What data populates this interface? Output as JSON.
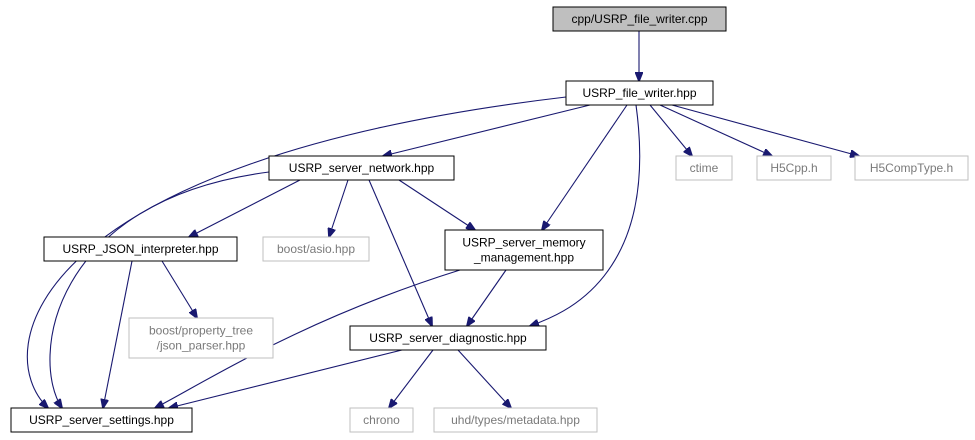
{
  "graph": {
    "type": "include-dependency-graph",
    "colors": {
      "edge": "#191970",
      "root_fill": "#bfbfbf",
      "documented_border": "#000000",
      "external_border": "#bfbfbf",
      "external_text": "#7a7a7a"
    },
    "nodes": [
      {
        "id": "file_writer_cpp",
        "kind": "root",
        "lines": [
          "cpp/USRP_file_writer.cpp"
        ]
      },
      {
        "id": "file_writer_hpp",
        "kind": "documented",
        "lines": [
          "USRP_file_writer.hpp"
        ]
      },
      {
        "id": "server_network_hpp",
        "kind": "documented",
        "lines": [
          "USRP_server_network.hpp"
        ]
      },
      {
        "id": "ctime",
        "kind": "external",
        "lines": [
          "ctime"
        ]
      },
      {
        "id": "h5cpp_h",
        "kind": "external",
        "lines": [
          "H5Cpp.h"
        ]
      },
      {
        "id": "h5comptype_h",
        "kind": "external",
        "lines": [
          "H5CompType.h"
        ]
      },
      {
        "id": "json_interpreter_hpp",
        "kind": "documented",
        "lines": [
          "USRP_JSON_interpreter.hpp"
        ]
      },
      {
        "id": "boost_asio_hpp",
        "kind": "external",
        "lines": [
          "boost/asio.hpp"
        ]
      },
      {
        "id": "memory_management_hpp",
        "kind": "documented",
        "lines": [
          "USRP_server_memory",
          "_management.hpp"
        ]
      },
      {
        "id": "property_tree_json_parser_hpp",
        "kind": "external",
        "lines": [
          "boost/property_tree",
          "/json_parser.hpp"
        ]
      },
      {
        "id": "server_diagnostic_hpp",
        "kind": "documented",
        "lines": [
          "USRP_server_diagnostic.hpp"
        ]
      },
      {
        "id": "server_settings_hpp",
        "kind": "documented",
        "lines": [
          "USRP_server_settings.hpp"
        ]
      },
      {
        "id": "chrono",
        "kind": "external",
        "lines": [
          "chrono"
        ]
      },
      {
        "id": "uhd_types_metadata_hpp",
        "kind": "external",
        "lines": [
          "uhd/types/metadata.hpp"
        ]
      }
    ],
    "edges": [
      {
        "from": "file_writer_cpp",
        "to": "file_writer_hpp"
      },
      {
        "from": "file_writer_hpp",
        "to": "server_network_hpp"
      },
      {
        "from": "file_writer_hpp",
        "to": "server_settings_hpp"
      },
      {
        "from": "file_writer_hpp",
        "to": "memory_management_hpp"
      },
      {
        "from": "file_writer_hpp",
        "to": "server_diagnostic_hpp"
      },
      {
        "from": "file_writer_hpp",
        "to": "ctime"
      },
      {
        "from": "file_writer_hpp",
        "to": "h5cpp_h"
      },
      {
        "from": "file_writer_hpp",
        "to": "h5comptype_h"
      },
      {
        "from": "server_network_hpp",
        "to": "server_settings_hpp"
      },
      {
        "from": "server_network_hpp",
        "to": "json_interpreter_hpp"
      },
      {
        "from": "server_network_hpp",
        "to": "boost_asio_hpp"
      },
      {
        "from": "server_network_hpp",
        "to": "memory_management_hpp"
      },
      {
        "from": "server_network_hpp",
        "to": "server_diagnostic_hpp"
      },
      {
        "from": "json_interpreter_hpp",
        "to": "property_tree_json_parser_hpp"
      },
      {
        "from": "json_interpreter_hpp",
        "to": "server_settings_hpp"
      },
      {
        "from": "memory_management_hpp",
        "to": "server_diagnostic_hpp"
      },
      {
        "from": "memory_management_hpp",
        "to": "server_settings_hpp"
      },
      {
        "from": "server_diagnostic_hpp",
        "to": "server_settings_hpp"
      },
      {
        "from": "server_diagnostic_hpp",
        "to": "chrono"
      },
      {
        "from": "server_diagnostic_hpp",
        "to": "uhd_types_metadata_hpp"
      }
    ]
  }
}
